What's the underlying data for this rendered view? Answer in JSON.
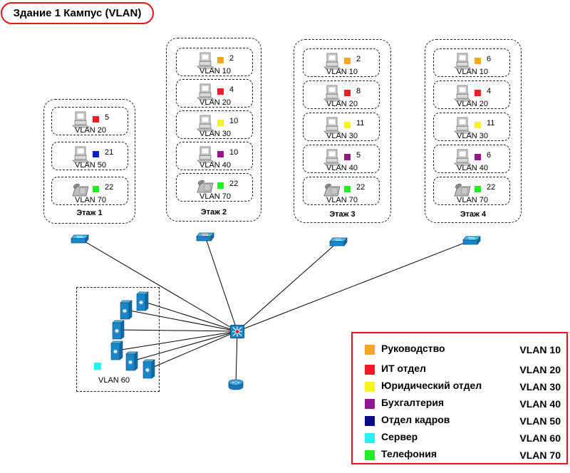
{
  "title": "Здание 1 Кампус (VLAN)",
  "colors": {
    "accent_red": "#e3151a",
    "switch_blue": "#1a86c7",
    "wire": "#000000"
  },
  "floors": [
    {
      "label": "Этаж 1",
      "cells": [
        {
          "device": "pc-icon",
          "count": "5",
          "color": "#ee1c24",
          "vlan": "VLAN 20"
        },
        {
          "device": "pc-icon",
          "count": "21",
          "color": "#1020c8",
          "vlan": "VLAN 50"
        },
        {
          "device": "phone-icon",
          "count": "22",
          "color": "#22ee22",
          "vlan": "VLAN 70"
        }
      ]
    },
    {
      "label": "Этаж 2",
      "cells": [
        {
          "device": "pc-icon",
          "count": "2",
          "color": "#f5a623",
          "vlan": "VLAN 10"
        },
        {
          "device": "pc-icon",
          "count": "4",
          "color": "#ee1c24",
          "vlan": "VLAN 20"
        },
        {
          "device": "pc-icon",
          "count": "10",
          "color": "#f5f51c",
          "vlan": "VLAN 30"
        },
        {
          "device": "pc-icon",
          "count": "10",
          "color": "#8e1a8e",
          "vlan": "VLAN 40"
        },
        {
          "device": "phone-icon",
          "count": "22",
          "color": "#22ee22",
          "vlan": "VLAN 70"
        }
      ]
    },
    {
      "label": "Этаж 3",
      "cells": [
        {
          "device": "pc-icon",
          "count": "2",
          "color": "#f5a623",
          "vlan": "VLAN 10"
        },
        {
          "device": "pc-icon",
          "count": "8",
          "color": "#ee1c24",
          "vlan": "VLAN 20"
        },
        {
          "device": "pc-icon",
          "count": "11",
          "color": "#f5f51c",
          "vlan": "VLAN 30"
        },
        {
          "device": "pc-icon",
          "count": "5",
          "color": "#8e1a8e",
          "vlan": "VLAN 40"
        },
        {
          "device": "phone-icon",
          "count": "22",
          "color": "#22ee22",
          "vlan": "VLAN 70"
        }
      ]
    },
    {
      "label": "Этаж 4",
      "cells": [
        {
          "device": "pc-icon",
          "count": "6",
          "color": "#f5a623",
          "vlan": "VLAN 10"
        },
        {
          "device": "pc-icon",
          "count": "4",
          "color": "#ee1c24",
          "vlan": "VLAN 20"
        },
        {
          "device": "pc-icon",
          "count": "11",
          "color": "#f5f51c",
          "vlan": "VLAN 30"
        },
        {
          "device": "pc-icon",
          "count": "6",
          "color": "#8e1a8e",
          "vlan": "VLAN 40"
        },
        {
          "device": "phone-icon",
          "count": "22",
          "color": "#22ee22",
          "vlan": "VLAN 70"
        }
      ]
    }
  ],
  "server_area": {
    "label": "VLAN 60",
    "color": "#2af0f0",
    "servers": [
      "server-icon",
      "server-icon",
      "server-icon",
      "server-icon",
      "server-icon",
      "server-icon"
    ]
  },
  "devices": {
    "access_switch": "switch-icon",
    "core_switch": "multilayer-switch-icon",
    "router": "router-icon"
  },
  "legend": [
    {
      "name": "Руководство",
      "vlan": "VLAN 10",
      "color": "#f5a623"
    },
    {
      "name": "ИТ отдел",
      "vlan": "VLAN 20",
      "color": "#ee1c24"
    },
    {
      "name": "Юридический отдел",
      "vlan": "VLAN 30",
      "color": "#f5f51c"
    },
    {
      "name": "Бухгалтерия",
      "vlan": "VLAN 40",
      "color": "#8e1a8e"
    },
    {
      "name": "Отдел кадров",
      "vlan": "VLAN 50",
      "color": "#0a0a8c"
    },
    {
      "name": "Сервер",
      "vlan": "VLAN 60",
      "color": "#2af0f0"
    },
    {
      "name": "Телефония",
      "vlan": "VLAN 70",
      "color": "#22ee22"
    }
  ]
}
